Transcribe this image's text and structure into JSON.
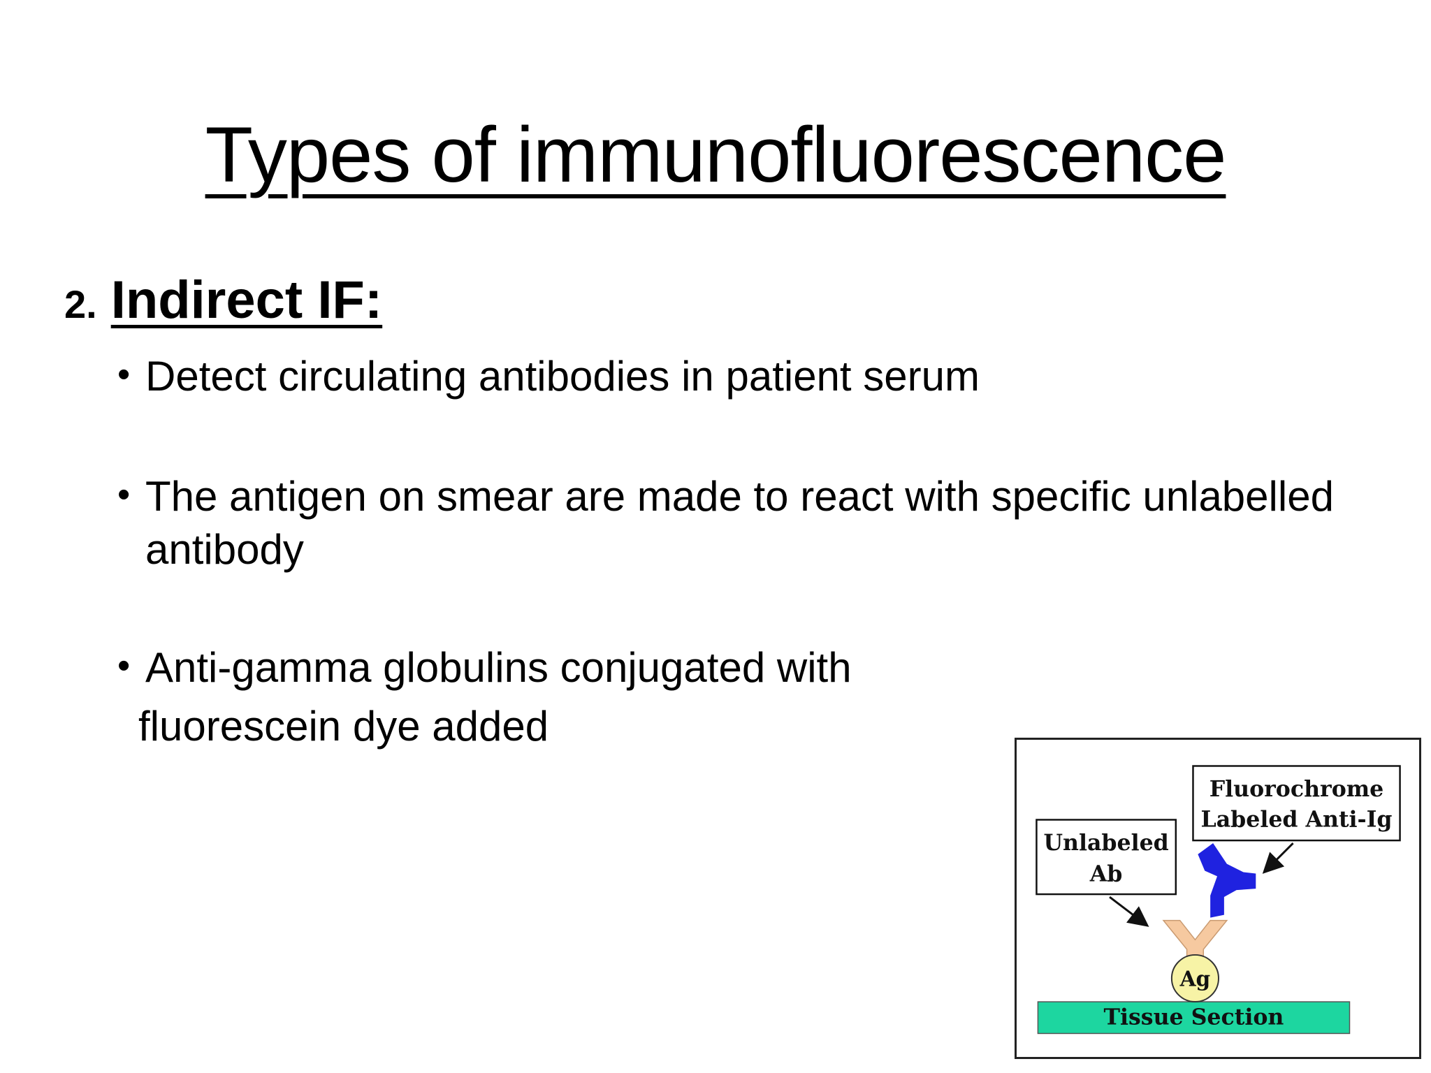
{
  "slide": {
    "title": "Types of immunofluorescence",
    "section_number": "2.",
    "section_label": "Indirect IF:",
    "bullets": [
      {
        "text": "Detect circulating antibodies in patient serum"
      },
      {
        "line1": "The antigen on smear are made to react with specific unlabelled",
        "line2": "antibody"
      },
      {
        "line1": "Anti-gamma globulins conjugated with",
        "line2": "fluorescein dye added"
      }
    ],
    "bullet_glyph": "•"
  },
  "diagram": {
    "fluorochrome_label_line1": "Fluorochrome",
    "fluorochrome_label_line2": "Labeled Anti-Ig",
    "unlabeled_label_line1": "Unlabeled",
    "unlabeled_label_line2": "Ab",
    "antigen_label": "Ag",
    "tissue_label": "Tissue Section",
    "colors": {
      "tissue": "#1dd6a0",
      "antigen": "#f7f3a6",
      "unlabeled_ab": "#f6c9a0",
      "labeled_anti_ig": "#1f22e0"
    }
  }
}
